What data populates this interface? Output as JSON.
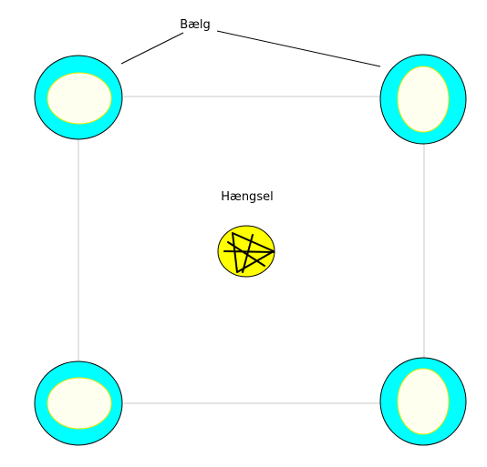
{
  "labels": {
    "bellows": "Bælg",
    "hinge": "Hængsel"
  },
  "colors": {
    "bellows_outer": "#00ffff",
    "bellows_inner_fill": "#fffff0",
    "bellows_inner_stroke": "#e8e800",
    "hinge_fill": "#ffff00",
    "frame_line": "#c8c8c8",
    "outline": "#000000",
    "background": "#ffffff"
  },
  "icons": {
    "hinge_mark": "pentagram-scribble"
  }
}
